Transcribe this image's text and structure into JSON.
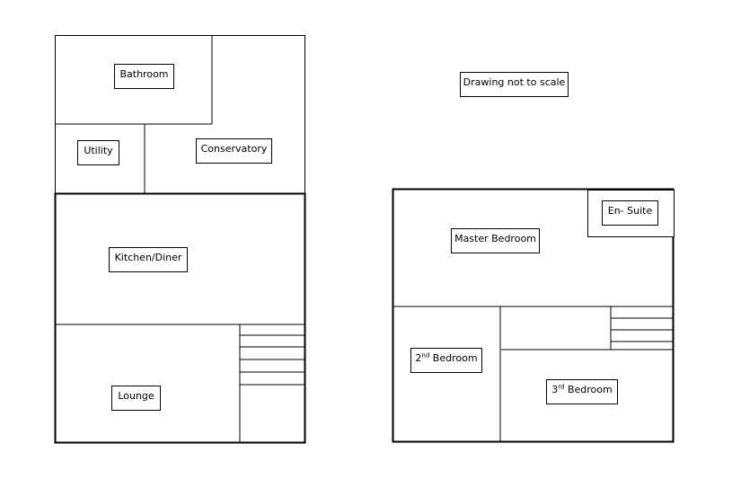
{
  "note": "Drawing not to scale",
  "ground_floor": {
    "bathroom": "Bathroom",
    "utility": "Utility",
    "conservatory": "Conservatory",
    "kitchen": "Kitchen/Diner",
    "lounge": "Lounge"
  },
  "first_floor": {
    "ensuite": "En- Suite",
    "master": "Master Bedroom",
    "second_num": "2",
    "second_sup": "nd",
    "second_rest": " Bedroom",
    "third_num": "3",
    "third_sup": "rd",
    "third_rest": " Bedroom"
  }
}
